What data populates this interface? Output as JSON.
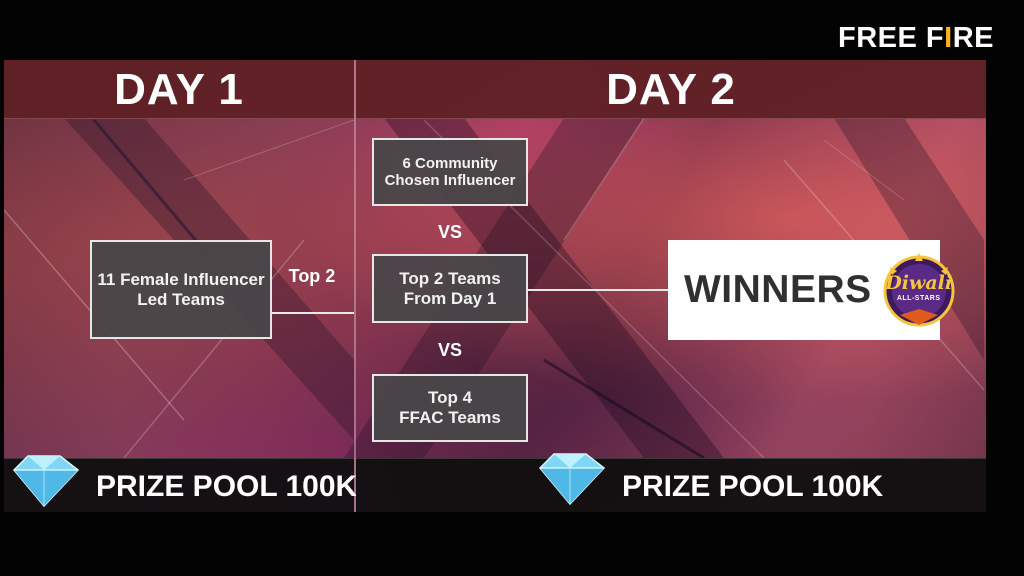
{
  "brand": {
    "logo_text_1": "FREE F",
    "logo_text_2": "I",
    "logo_text_3": "RE"
  },
  "day1": {
    "title": "DAY 1",
    "team_box": {
      "line1": "11 Female Influencer",
      "line2": "Led Teams"
    },
    "advance_label": "Top 2",
    "prize": "PRIZE POOL 100K"
  },
  "day2": {
    "title": "DAY 2",
    "community_box": {
      "line1": "6 Community",
      "line2": "Chosen Influencer"
    },
    "vs_1": "VS",
    "top2_box": {
      "line1": "Top 2 Teams",
      "line2": "From Day 1"
    },
    "vs_2": "VS",
    "top4_box": {
      "line1": "Top 4",
      "line2": "FFAC Teams"
    },
    "winners_label": "WINNERS",
    "badge": {
      "script": "Diwali",
      "sub": "ALL-STARS"
    },
    "prize": "PRIZE POOL 100K"
  },
  "icons": {
    "prize": "diamond-icon",
    "badge": "diwali-badge-icon"
  },
  "colors": {
    "header_bg": "#5f2024",
    "box_bg": "#484648",
    "prize_bar_bg": "#121011",
    "diamond": "#7fd6f5",
    "badge_gold": "#f7c53a",
    "badge_purple": "#4a1f6e"
  }
}
